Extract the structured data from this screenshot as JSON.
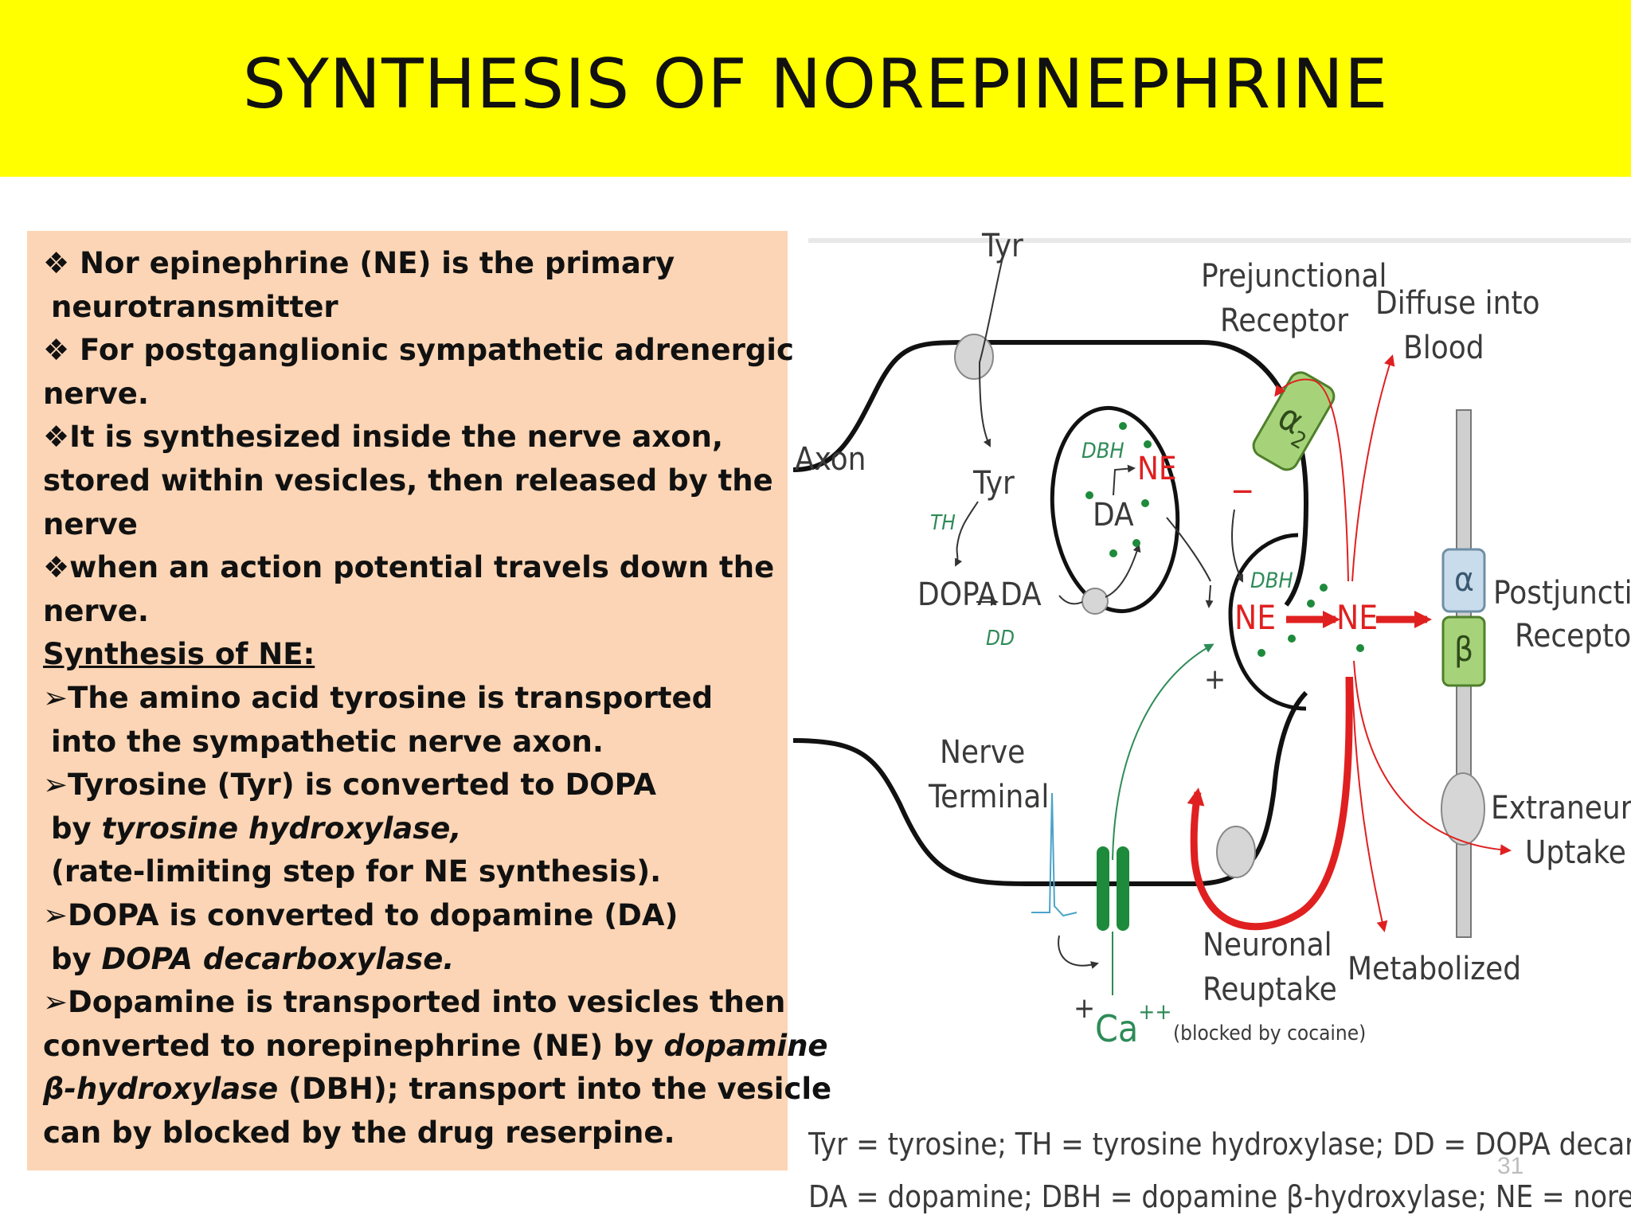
{
  "slide": {
    "title": "SYNTHESIS OF NOREPINEPHRINE",
    "page_number": "31"
  },
  "text_panel": {
    "bullet_glyph": "❖",
    "arrow_glyph": "➢",
    "l1": " Nor epinephrine (NE) is the primary",
    "l2": "neurotransmitter",
    "l3": " For postganglionic sympathetic adrenergic",
    "l4": "nerve.",
    "l5": "It is synthesized inside the nerve axon,",
    "l6": "stored within vesicles, then released by the",
    "l7": "nerve",
    "l8": "when an action potential travels down the",
    "l9": "nerve.",
    "l10": "Synthesis of NE:",
    "l11": "The amino acid tyrosine is transported",
    "l12": "into the sympathetic nerve axon.",
    "l13": "Tyrosine (Tyr) is converted to DOPA",
    "l14a": "by ",
    "l14b": "tyrosine hydroxylase,",
    "l15": "(rate-limiting step for NE synthesis).",
    "l16": "DOPA is converted to dopamine (DA)",
    "l17a": "by ",
    "l17b": "DOPA decarboxylase.",
    "l18": "Dopamine is transported into vesicles then",
    "l19a": "converted to norepinephrine (NE) by ",
    "l19b": "dopamine",
    "l20a": "β-hydroxylase",
    "l20b": " (DBH); transport into the vesicle",
    "l21": "can by blocked by the drug reserpine."
  },
  "diagram": {
    "tyr_top": "Tyr",
    "axon": "Axon",
    "tyr_inner": "Tyr",
    "th": "TH",
    "dopa": "DOPA",
    "da_arrow": "DA",
    "dd": "DD",
    "dbh_vesicle": "DBH",
    "ne_vesicle": "NE",
    "da_vesicle": "DA",
    "prejunctional_1": "Prejunctional",
    "prejunctional_2": "Receptor",
    "alpha2": "α",
    "alpha2_sub": "2",
    "minus": "−",
    "diffuse_1": "Diffuse into",
    "diffuse_2": "Blood",
    "dbh_release": "DBH",
    "ne_release": "NE",
    "ne_cleft": "NE",
    "plus_vesicle": "+",
    "alpha": "α",
    "beta": "β",
    "postjunctional_1": "Postjunctional",
    "postjunctional_2": "Receptor",
    "nerve_1": "Nerve",
    "nerve_2": "Terminal",
    "extraneuronal_1": "Extraneuronal",
    "extraneuronal_2": "Uptake",
    "plus_ca": "+",
    "ca": "Ca",
    "ca_sup": "++",
    "reuptake_1": "Neuronal",
    "reuptake_2": "Reuptake",
    "reuptake_3": "(blocked by cocaine)",
    "metabolized": "Metabolized",
    "legend_1": "Tyr = tyrosine; TH = tyrosine hydroxylase; DD = DOPA decarboxylase;",
    "legend_2": "DA = dopamine; DBH = dopamine β-hydroxylase; NE = norepinephrine"
  },
  "colors": {
    "banner": "#ffff00",
    "panel": "#fbd5b5",
    "red": "#e02020",
    "green": "#1e8a3c",
    "receptor_green": "#a6d37a"
  }
}
